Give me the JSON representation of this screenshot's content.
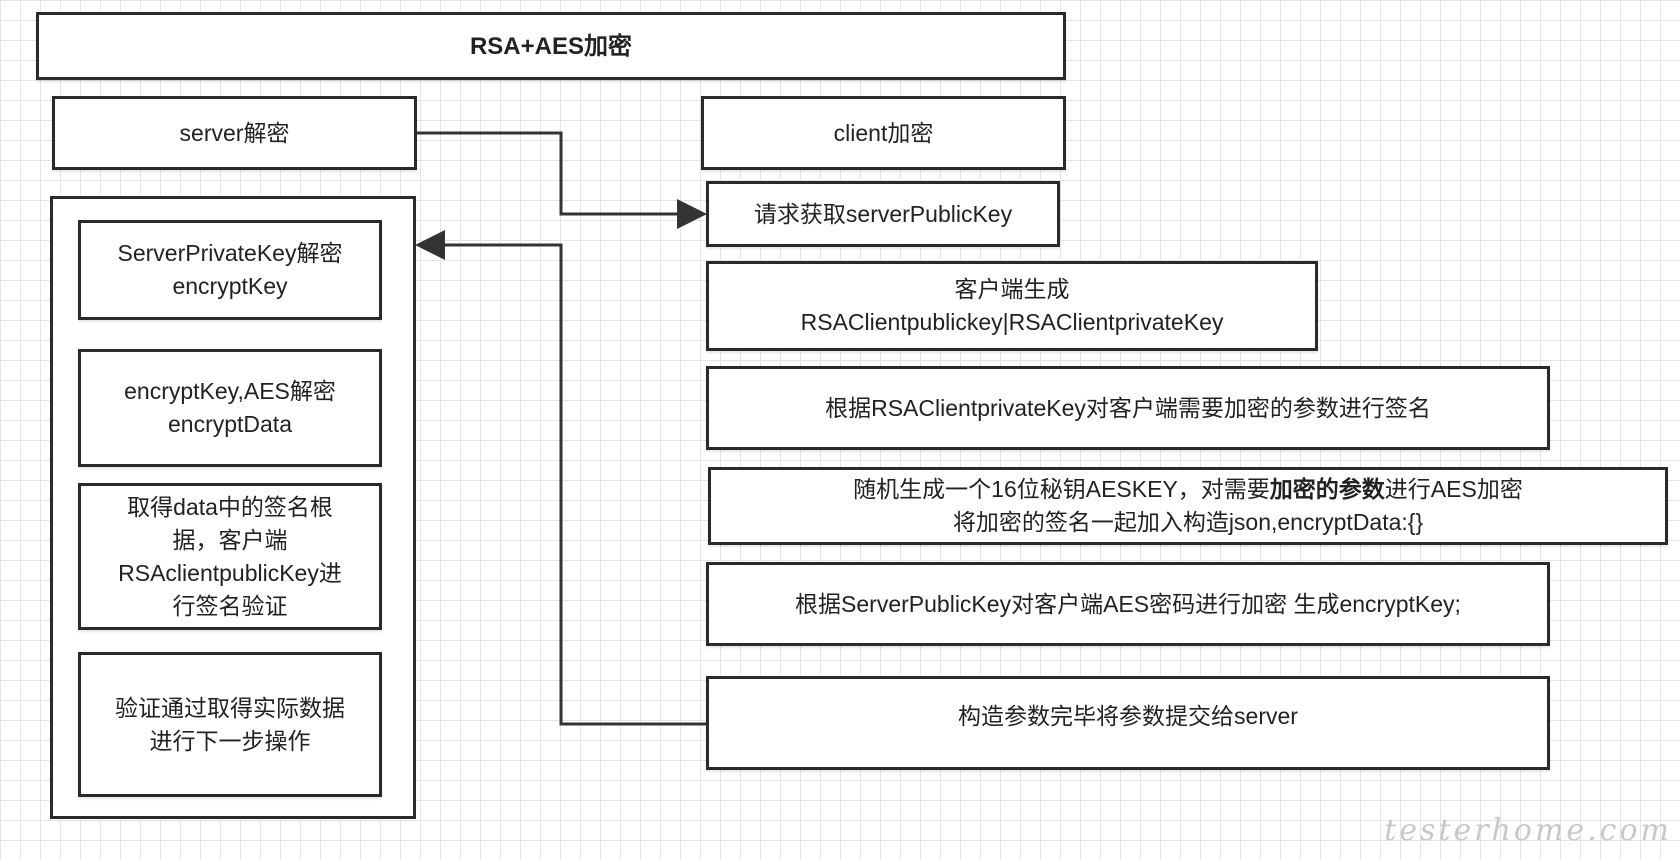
{
  "title": "RSA+AES加密",
  "server": {
    "header": "server解密",
    "steps": [
      "ServerPrivateKey解密\nencryptKey",
      "encryptKey,AES解密\nencryptData",
      "取得data中的签名根\n据，客户端\nRSAclientpublicKey进\n行签名验证",
      "验证通过取得实际数据\n进行下一步操作"
    ]
  },
  "client": {
    "header": "client加密",
    "steps": [
      "请求获取serverPublicKey",
      "客户端生成\nRSAClientpublickey|RSAClientprivateKey",
      "根据RSAClientprivateKey对客户端需要加密的参数进行签名",
      {
        "line1_before": "随机生成一个16位秘钥AESKEY，对需要",
        "line1_bold": "加密的参数",
        "line1_after": "进行AES加密",
        "line2": "将加密的签名一起加入构造json,encryptData:{}"
      },
      "根据ServerPublicKey对客户端AES密码进行加密 生成encryptKey;",
      "构造参数完毕将参数提交给server"
    ]
  },
  "watermark": "testerhome.com",
  "colors": {
    "border": "#2a2a2a",
    "grid": "#e4e4e4",
    "watermark": "#c8c8c8"
  }
}
